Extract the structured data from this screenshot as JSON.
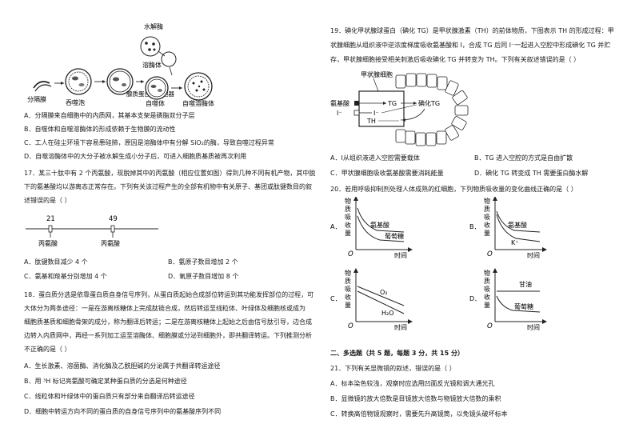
{
  "q16_fig": {
    "top_enzyme": "水解酶",
    "lysosome": "溶酶体",
    "isolation_membrane": "分隔膜",
    "phagophore": "吞噬泡",
    "cargo": "腺质蛋白和细胞器",
    "autophagosome": "自噬体",
    "autolysosome": "自噬溶酶体"
  },
  "q16_options": [
    "A．分隔膜来自细胞中的内质网，其基本支架是磷脂双分子层",
    "B．自噬体和自噬溶酶体的形成依赖于生物膜的流动性",
    "C．工人在硅尘环境下容易患硅肺，原因是溶酶体中有分解 SiO₂的酶，导致自噬过程异常",
    "D．自噬溶酶体中的大分子被水解生成小分子后，可进入细胞质基质被再次利用"
  ],
  "q17_stem": [
    "17．某三十肽中有 2 个丙氨酸，现脱掉其中的丙氨酸（相应位置如图）得到几种不同有机产物，其中脱",
    "下的氨基酸均以游离态正常存在。下列有关该过程产生的全部有机物中有关原子、基团或肽键数目的叙",
    "述错误的是（    ）"
  ],
  "q17_fig": {
    "pos1": "21",
    "pos2": "49",
    "label1": "丙氨酸",
    "label2": "丙氨酸"
  },
  "q17_options": [
    [
      "A．肽键数目减少 4 个",
      "B．氨原子数目增加 2 个"
    ],
    [
      "C．氨基和羧基分别增加 4 个",
      "D．氧原子数目增加 8 个"
    ]
  ],
  "q18_stem": [
    "18．蛋白质分选是依靠蛋白质自身信号序列，从蛋白质起始合成部位转运到其功能发挥部位的过程，可",
    "大体分为两条途径：一是在游离核糖体上完成肽链合成，然后转运至线粒体、叶绿体及细胞核或成为",
    "细胞质基质和细胞骨架的成分，称为翻译后转运；二是在游离核糖体上起始之后由信号肽引导，边合成",
    "边转入内质网中，再经一系列加工运至溶酶体、细胞膜或分泌到细胞外，即共翻译转运。下列推测分析",
    "不正确的是（    ）"
  ],
  "q18_options": [
    "A．生长激素、溶菌酶、消化酶及乙酰胆碱的分泌属于共翻译转运途径",
    "B．用 ³H 标记亮氨酸可确定某种蛋白质的分选是何种途径",
    "C．线粒体和叶绿体中的蛋白质只有部分来自翻译后转运途径",
    "D．细胞中转运方向不同的蛋白质的自身信号序列中的氨基酸序列不同"
  ],
  "q19_stem": [
    "19．碘化甲状腺球蛋白（碘化 TG）是甲状腺激素（TH）的前体物质，下图表示 TH 的形成过程：甲",
    "状腺细胞从组织液中逆浓度梯度吸收氨基酸和 I，合成 TG 后同 I⁻一起进入空腔中形成碘化 TG 并贮",
    "存，甲状腺细胞接受相关刺激后吸收碘化 TG 并转变为 TH。下列有关叙述错误的是（    ）"
  ],
  "q19_fig": {
    "cell": "甲状腺细胞",
    "amino": "氨基酸",
    "iodide": "I⁻",
    "tg": "TG",
    "itg": "碘化TG",
    "th": "TH"
  },
  "q19_options": [
    [
      "A．I从组织液进入空腔需要载体",
      "B．TG 进入空腔的方式是自由扩散"
    ],
    [
      "C．甲状腺细胞吸收氨基酸需要消耗能量",
      "D．碘化 TG 转变成 TH 需要蛋白酶水解"
    ]
  ],
  "q20_stem": "20．若用呼吸抑制剂处理人体成熟的红细胞，下列物质吸收量的变化曲线正确的是（    ）",
  "q20_graphs": {
    "ylabel": [
      "物",
      "质",
      "吸",
      "收",
      "量"
    ],
    "xlabel": "时间",
    "origin": "O",
    "A": {
      "letter": "A．",
      "upper": "氨基酸",
      "lower": "葡萄糖"
    },
    "B": {
      "letter": "B．",
      "upper": "氨基酸",
      "lower": "K⁺"
    },
    "C": {
      "letter": "C．",
      "upper": "O₂",
      "lower": "H₂O"
    },
    "D": {
      "letter": "D．",
      "upper": "甘油",
      "lower": "葡萄糖"
    }
  },
  "section2": "二、多选题（共 5 题，每题 3 分，共 15 分）",
  "q21_stem": "21．下列有关显微镜的叙述，错误的是（    ）",
  "q21_options": [
    "A．标本染色较浅，观察时应选用凹面反光镜和调大通光孔",
    "B．显微镜的放大倍数是目镜放大倍数与物镜放大倍数的乘积",
    "C．转换高倍物镜观察时，需要先升高镜筒，以免镜头破坏标本"
  ]
}
